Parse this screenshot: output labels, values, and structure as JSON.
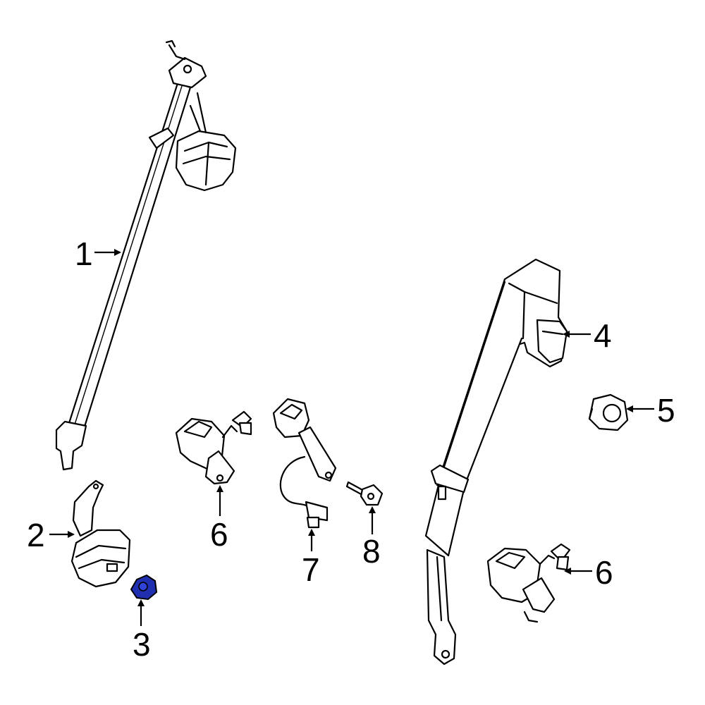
{
  "callouts": {
    "c1": "1",
    "c2": "2",
    "c3": "3",
    "c4": "4",
    "c5": "5",
    "c6a": "6",
    "c6b": "6",
    "c7": "7",
    "c8": "8"
  },
  "highlight_color": "#1f2fb0",
  "line_color": "#000000",
  "background_color": "#ffffff"
}
